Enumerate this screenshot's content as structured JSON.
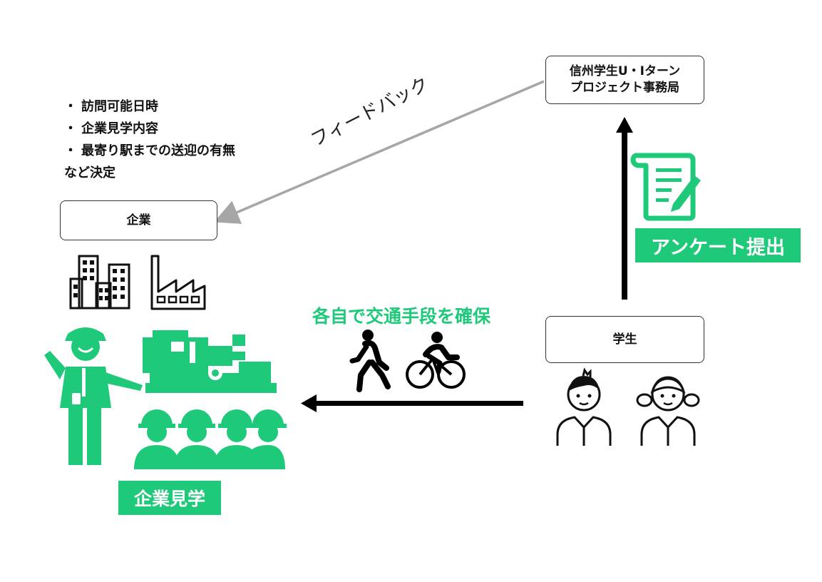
{
  "boxes": {
    "office_line1": "信州学生U・Iターン",
    "office_line2": "プロジェクト事務局",
    "company": "企業",
    "student": "学生"
  },
  "decision_list": {
    "items": [
      "訪問可能日時",
      "企業見学内容",
      "最寄り駅までの送迎の有無"
    ],
    "bullet": "・",
    "footer": "など決定"
  },
  "feedback_label": "フィードバック",
  "survey_label": "アンケート提出",
  "transport_label": "各自で交通手段を確保",
  "visit_label": "企業見学",
  "colors": {
    "accent_green": "#1ec97a",
    "arrow_black": "#000000",
    "arrow_gray": "#a6a6a6"
  },
  "icons": [
    "office-buildings-icon",
    "factory-icon",
    "factory-worker-icon",
    "machine-icon",
    "workers-group-icon",
    "walking-person-icon",
    "cyclist-icon",
    "boy-student-icon",
    "girl-student-icon",
    "survey-document-icon"
  ]
}
